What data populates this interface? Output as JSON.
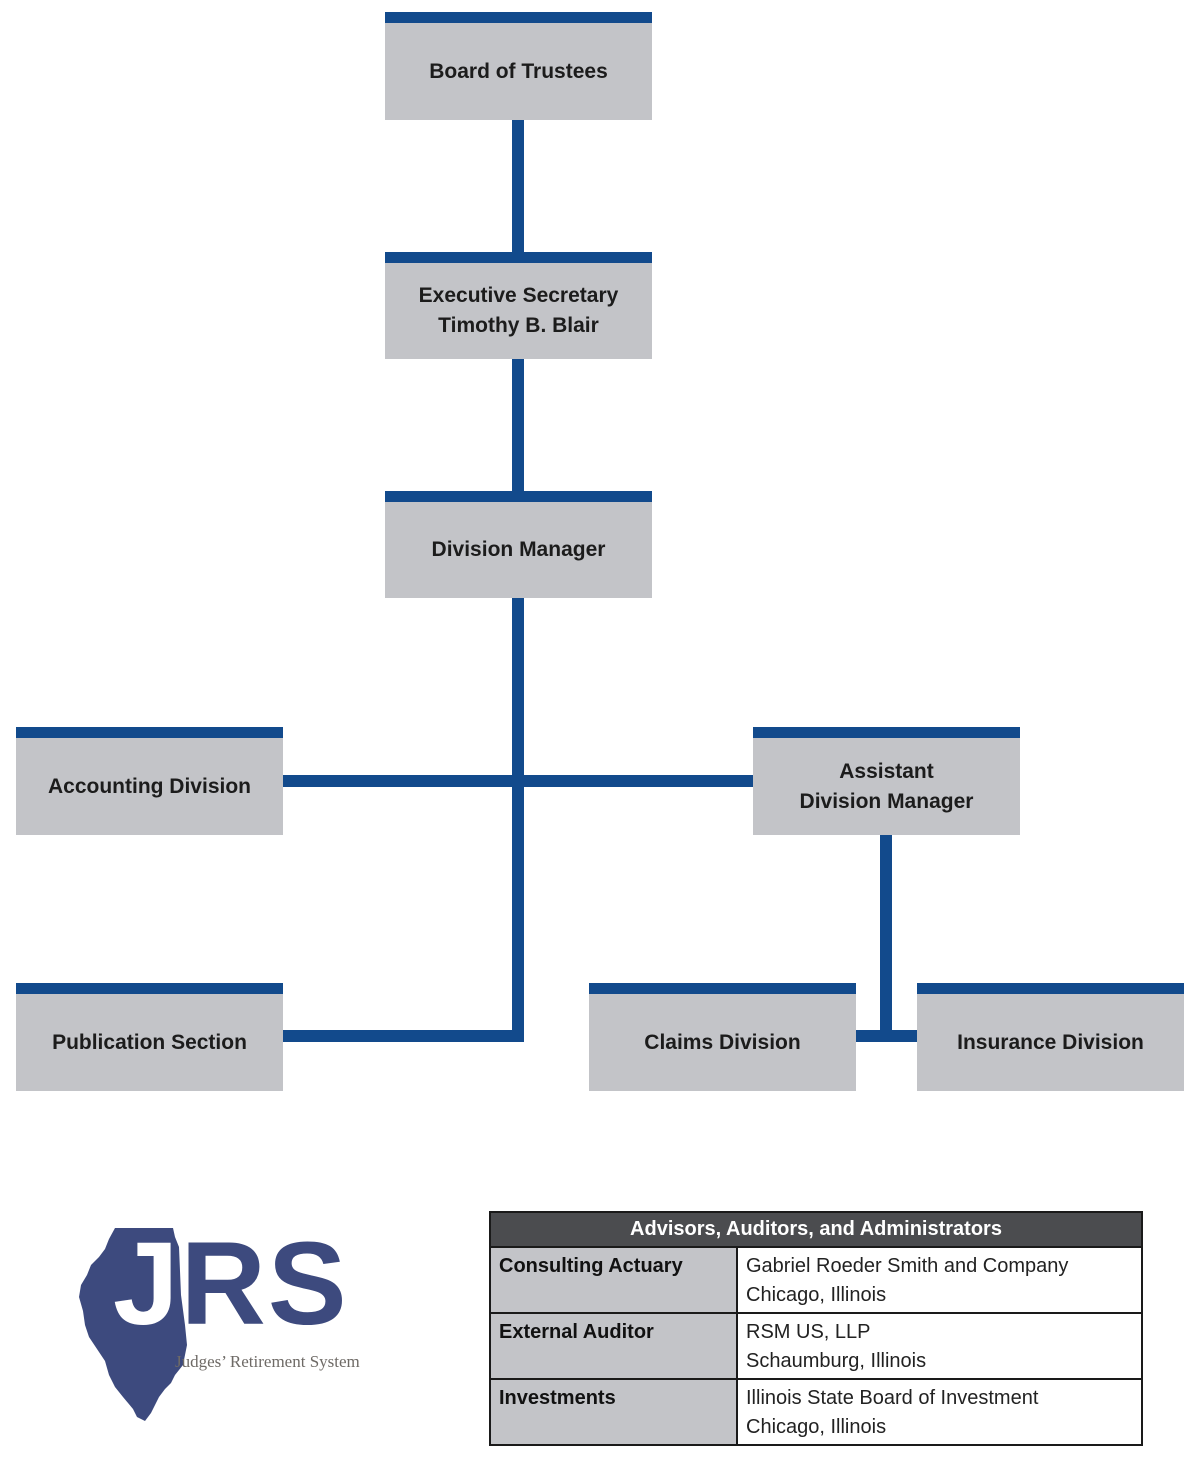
{
  "org_chart": {
    "board": {
      "title": "Board of Trustees"
    },
    "executive": {
      "title": "Executive Secretary",
      "name": "Timothy B. Blair"
    },
    "division_manager": {
      "title": "Division Manager"
    },
    "accounting": {
      "title": "Accounting Division"
    },
    "assistant": {
      "line1": "Assistant",
      "line2": "Division Manager"
    },
    "publication": {
      "title": "Publication Section"
    },
    "claims": {
      "title": "Claims Division"
    },
    "insurance": {
      "title": "Insurance Division"
    }
  },
  "colors": {
    "accent_blue": "#124a8c",
    "box_gray": "#c3c4c8",
    "table_header": "#4b4c4f",
    "logo_blue": "#3d4a7e"
  },
  "logo": {
    "letters": "JRS",
    "subtitle": "Judges’ Retirement System",
    "icon": "illinois-state-icon"
  },
  "advisors_table": {
    "header": "Advisors, Auditors, and Administrators",
    "rows": [
      {
        "role": "Consulting Actuary",
        "vendor": "Gabriel Roeder Smith and Company",
        "location": "Chicago, Illinois"
      },
      {
        "role": "External Auditor",
        "vendor": "RSM US, LLP",
        "location": "Schaumburg, Illinois"
      },
      {
        "role": "Investments",
        "vendor": "Illinois State Board of Investment",
        "location": "Chicago, Illinois"
      }
    ]
  }
}
